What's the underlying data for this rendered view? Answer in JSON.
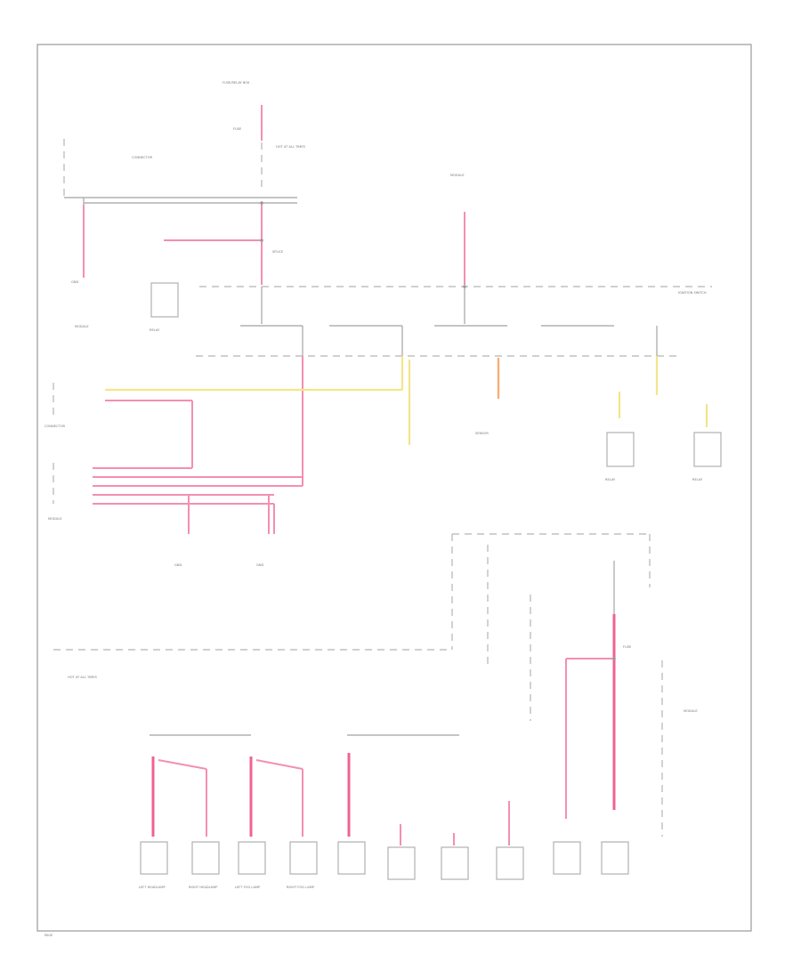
{
  "diagram": {
    "labels": {
      "top_fuse_block": "FUSE/RELAY BOX",
      "fuse_main": "FUSE",
      "hot_at_all_times": "HOT AT ALL TIMES",
      "splice": "SPLICE",
      "ignition_switch": "IGNITION SWITCH",
      "gnd": "GND",
      "headlamp_left": "LEFT HEADLAMP",
      "headlamp_right": "RIGHT HEADLAMP",
      "fog_left": "LEFT FOG LAMP",
      "fog_right": "RIGHT FOG LAMP",
      "module": "MODULE",
      "relay": "RELAY",
      "sensor": "SENSOR",
      "connector": "CONNECTOR",
      "page_number": "PAGE"
    }
  }
}
